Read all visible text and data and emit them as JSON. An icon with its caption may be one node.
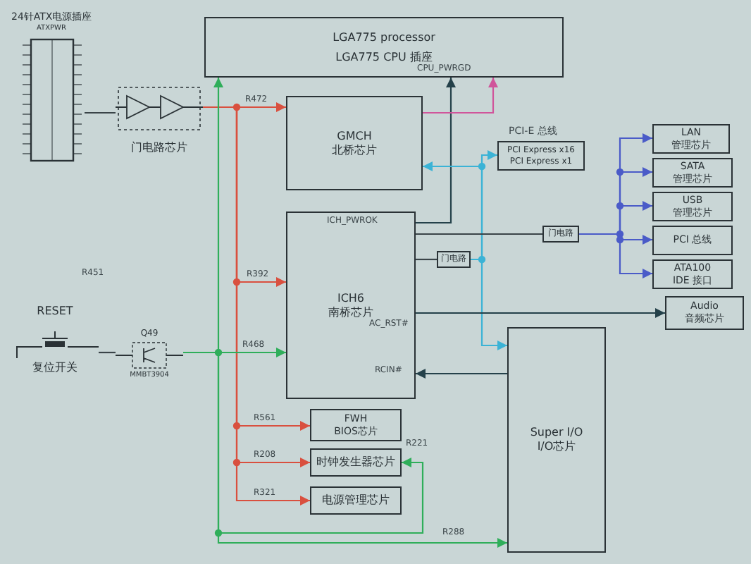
{
  "diagram": {
    "nodes": [
      {
        "text": [
          "LGA775 processor",
          "LGA775 CPU 插座"
        ]
      },
      {
        "text": [
          "GMCH",
          "北桥芯片"
        ]
      },
      {
        "text": [
          "PCI Express x16",
          "PCI Express x1"
        ],
        "beside": [
          "PCI-E 总线"
        ]
      },
      {
        "text": [
          "ICH6",
          "南桥芯片"
        ]
      },
      {
        "text": [
          "LAN",
          "管理芯片"
        ]
      },
      {
        "text": [
          "SATA",
          "管理芯片"
        ]
      },
      {
        "text": [
          "USB",
          "管理芯片"
        ]
      },
      {
        "text": [
          "PCI 总线"
        ]
      },
      {
        "text": [
          "ATA100",
          "IDE 接口"
        ]
      },
      {
        "text": [
          "Audio",
          "音频芯片"
        ]
      },
      {
        "text": [
          "Super I/O",
          "I/O芯片"
        ]
      },
      {
        "text": [
          "FWH",
          "BIOS芯片"
        ]
      },
      {
        "text": [
          "时钟发生器芯片"
        ]
      },
      {
        "text": [
          "电源管理芯片"
        ]
      },
      {
        "text": [
          "24针ATX电源插座",
          "ATXPWR"
        ]
      },
      {
        "text": [
          "门电路芯片"
        ]
      },
      {
        "text": [
          "RESET",
          "复位开关"
        ]
      },
      {
        "text": [
          "Q49",
          "MMBT3904"
        ]
      },
      {
        "text": [
          "门电路"
        ]
      },
      {
        "text": [
          "门电路"
        ]
      }
    ],
    "edges": [
      {
        "from": 14,
        "to": 15,
        "arrow": "none",
        "color": "#3a4448"
      },
      {
        "from": 15,
        "to": 1,
        "arrow": "to",
        "color": "#d9503f"
      },
      {
        "from": 15,
        "to": 3,
        "arrow": "to",
        "color": "#d9503f"
      },
      {
        "from": 15,
        "to": 11,
        "arrow": "to",
        "color": "#d9503f"
      },
      {
        "from": 15,
        "to": 12,
        "arrow": "to",
        "color": "#d9503f"
      },
      {
        "from": 15,
        "to": 13,
        "arrow": "to",
        "color": "#d9503f"
      },
      {
        "from": 16,
        "to": 17,
        "arrow": "none",
        "color": "#3a4448"
      },
      {
        "from": 17,
        "to": 3,
        "arrow": "to",
        "color": "#2fae5a"
      },
      {
        "from": 17,
        "to": 0,
        "arrow": "to",
        "color": "#2fae5a"
      },
      {
        "from": 17,
        "to": 12,
        "arrow": "to",
        "color": "#2fae5a"
      },
      {
        "from": 17,
        "to": 10,
        "arrow": "to",
        "color": "#2fae5a"
      },
      {
        "from": 3,
        "to": 0,
        "arrow": "to",
        "color": "#24414a"
      },
      {
        "from": 1,
        "to": 0,
        "arrow": "to",
        "color": "#d0559b"
      },
      {
        "from": 3,
        "to": 18,
        "arrow": "none",
        "color": "#3a4448"
      },
      {
        "from": 18,
        "to": 1,
        "arrow": "to",
        "color": "#3bb3d6"
      },
      {
        "from": 18,
        "to": 2,
        "arrow": "to",
        "color": "#3bb3d6"
      },
      {
        "from": 18,
        "to": 10,
        "arrow": "to",
        "color": "#3bb3d6"
      },
      {
        "from": 3,
        "to": 19,
        "arrow": "none",
        "color": "#3a4448"
      },
      {
        "from": 19,
        "to": 4,
        "arrow": "to",
        "color": "#4a5bc8"
      },
      {
        "from": 19,
        "to": 5,
        "arrow": "to",
        "color": "#4a5bc8"
      },
      {
        "from": 19,
        "to": 6,
        "arrow": "to",
        "color": "#4a5bc8"
      },
      {
        "from": 19,
        "to": 7,
        "arrow": "to",
        "color": "#4a5bc8"
      },
      {
        "from": 19,
        "to": 8,
        "arrow": "to",
        "color": "#4a5bc8"
      },
      {
        "from": 3,
        "to": 9,
        "arrow": "to",
        "color": "#24414a"
      },
      {
        "from": 10,
        "to": 3,
        "arrow": "to",
        "color": "#24414a"
      }
    ],
    "labels": [
      "R472",
      "R392",
      "R468",
      "R561",
      "R208",
      "R321",
      "R221",
      "R288",
      "R451",
      "CPU_PWRGD",
      "ICH_PWROK",
      "AC_RST#",
      "RCIN#"
    ]
  }
}
